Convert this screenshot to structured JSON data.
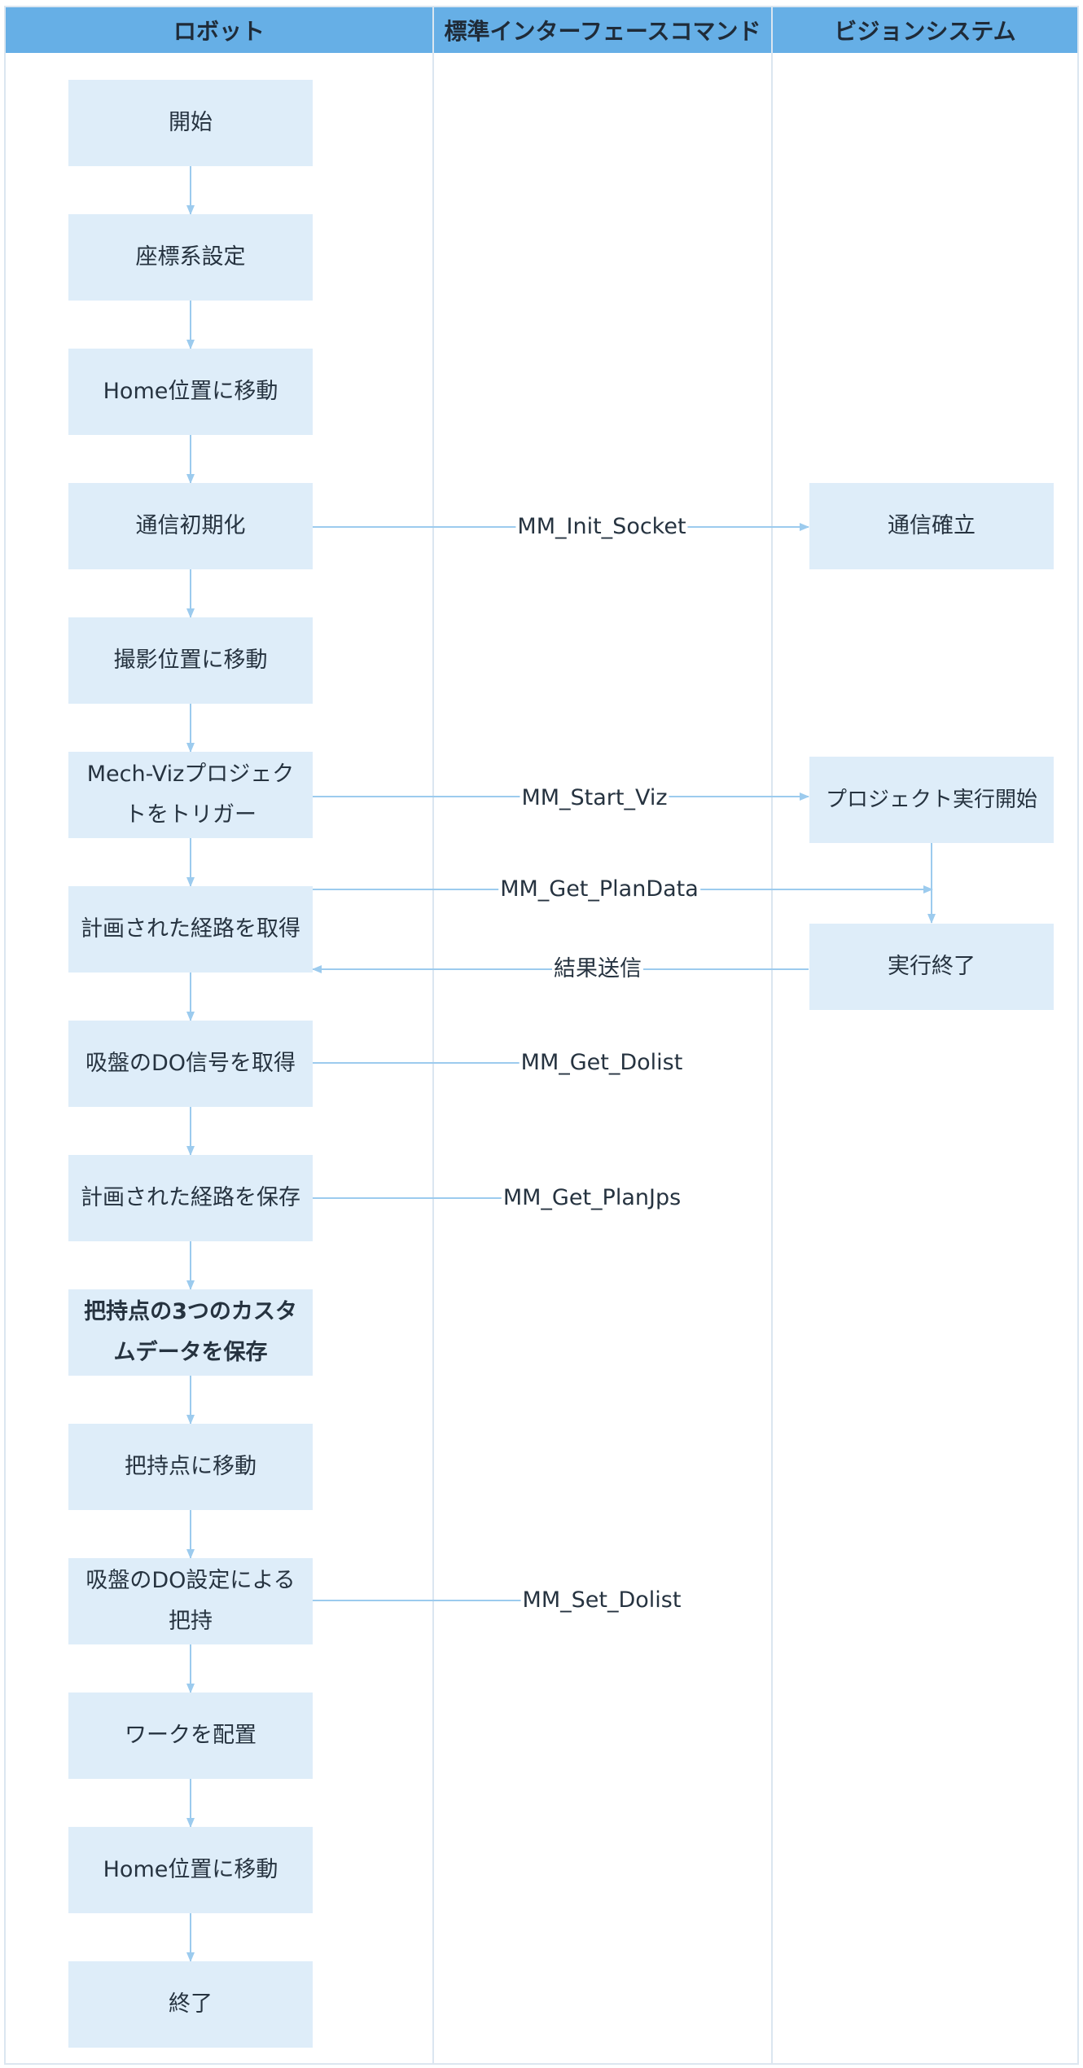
{
  "lanes": {
    "robot": "ロボット",
    "interface": "標準インターフェースコマンド",
    "vision": "ビジョンシステム"
  },
  "robot_steps": {
    "start": "開始",
    "coord_setup": "座標系設定",
    "move_home_1": "Home位置に移動",
    "init_comm": "通信初期化",
    "move_capture": "撮影位置に移動",
    "trigger_viz": "Mech-Vizプロジェクトをトリガー",
    "get_path": "計画された経路を取得",
    "get_do": "吸盤のDO信号を取得",
    "save_path": "計画された経路を保存",
    "save_custom": "把持点の3つのカスタムデータを保存",
    "move_grasp": "把持点に移動",
    "grasp_do": "吸盤のDO設定による把持",
    "place_work": "ワークを配置",
    "move_home_2": "Home位置に移動",
    "end": "終了"
  },
  "vision_steps": {
    "comm_established": "通信確立",
    "project_start": "プロジェクト実行開始",
    "exec_end": "実行終了"
  },
  "commands": {
    "init_socket": "MM_Init_Socket",
    "start_viz": "MM_Start_Viz",
    "get_plandata": "MM_Get_PlanData",
    "send_result": "結果送信",
    "get_dolist": "MM_Get_Dolist",
    "get_planjps": "MM_Get_PlanJps",
    "set_dolist": "MM_Set_Dolist"
  },
  "colors": {
    "header": "#66afe6",
    "node": "#deedf9",
    "edge": "#9ccbee",
    "divider": "#dbe6f0"
  }
}
